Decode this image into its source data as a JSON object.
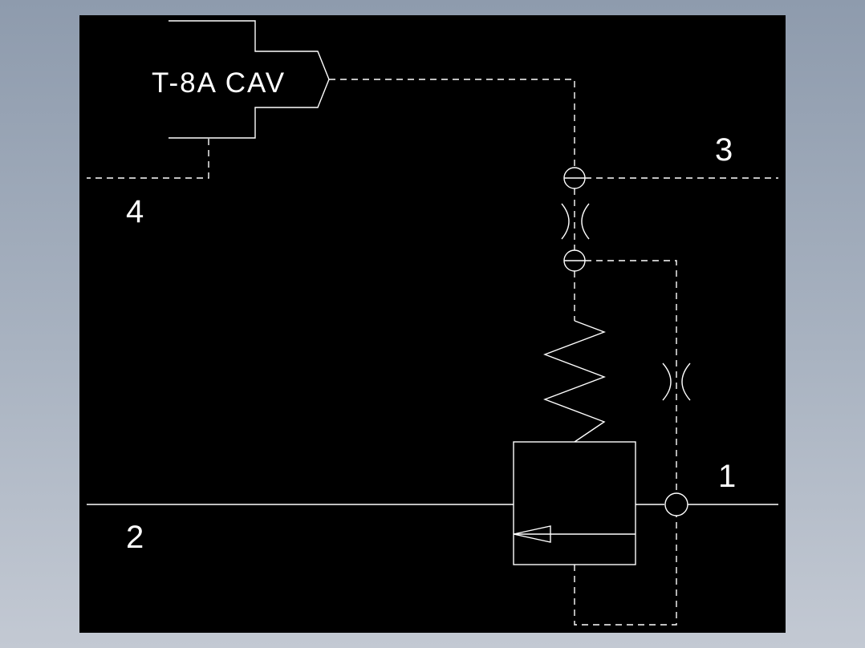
{
  "cartridge": {
    "model_label": "T-8A CAV"
  },
  "ports": {
    "port_1": "1",
    "port_2": "2",
    "port_3": "3",
    "port_4": "4"
  },
  "colors": {
    "canvas_background": "#000000",
    "line_color": "#ffffff",
    "viewport_background": "#a9b3c1"
  }
}
